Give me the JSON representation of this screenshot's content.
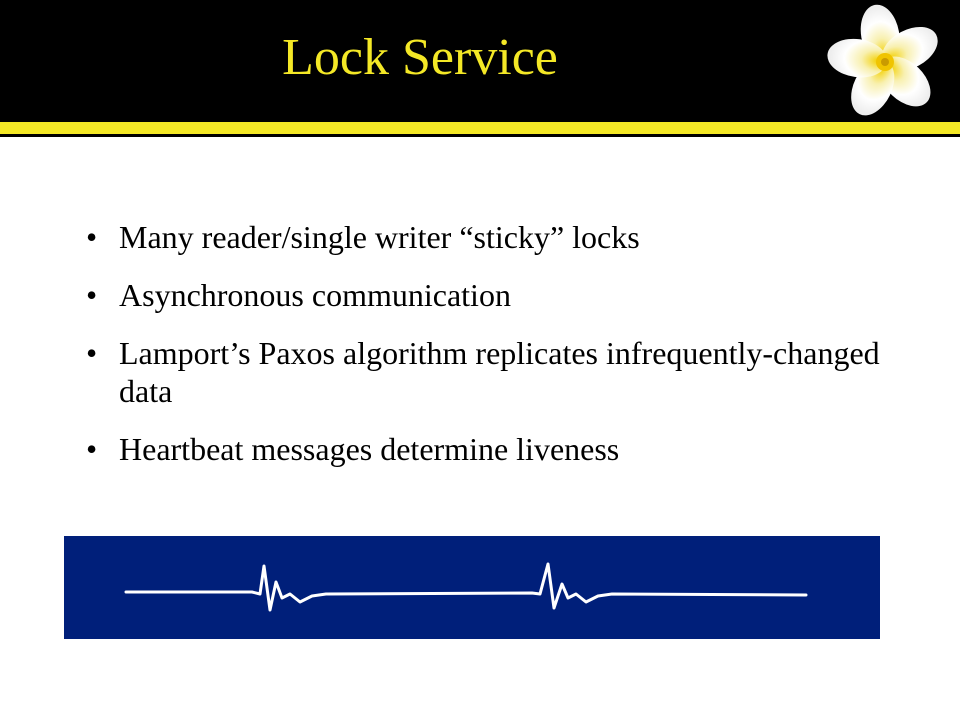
{
  "slide": {
    "title": "Lock Service",
    "bullets": [
      "Many reader/single writer “sticky” locks",
      "Asynchronous communication",
      "Lamport’s Paxos algorithm replicates infrequently-changed data",
      "Heartbeat messages determine liveness"
    ],
    "bullet_glyph": "•"
  },
  "icons": {
    "flower": "plumeria-flower-icon",
    "waveform": "heartbeat-waveform-icon"
  },
  "colors": {
    "header_bg": "#000000",
    "title": "#f4e826",
    "rule": "#f4e826",
    "panel_bg": "#001f7a",
    "waveform": "#ffffff"
  }
}
